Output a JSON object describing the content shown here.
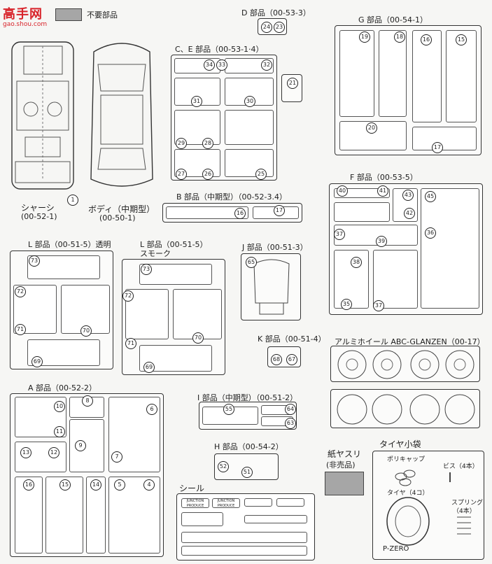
{
  "watermark": {
    "logo_text": "高手网",
    "url": "gao.shou.com"
  },
  "legend": {
    "swatch_color": "#a6a6a6",
    "text": "不要部品"
  },
  "chassis": {
    "name": "シャーシ",
    "code": "(00-52-1)",
    "num": "1"
  },
  "body": {
    "name": "ボディ（中期型）",
    "code": "(00-50-1)"
  },
  "sheets": {
    "D": {
      "title": "D 部品（00-53-3）",
      "parts": [
        "24",
        "23"
      ]
    },
    "CE": {
      "title": "C、E 部品（00-53-1·4）",
      "parts": [
        "34",
        "33",
        "32",
        "31",
        "30",
        "29",
        "28",
        "27",
        "26",
        "25",
        "21"
      ]
    },
    "G": {
      "title": "G 部品（00-54-1）",
      "parts": [
        "19",
        "18",
        "16",
        "15",
        "20",
        "17"
      ]
    },
    "B": {
      "title": "B 部品（中期型）（00-52-3.4）",
      "parts": [
        "16",
        "17"
      ]
    },
    "F": {
      "title": "F 部品（00-53-5）",
      "parts": [
        "40",
        "41",
        "43",
        "42",
        "45",
        "37",
        "39",
        "36",
        "38",
        "35",
        "37"
      ]
    },
    "L1": {
      "title": "L 部品（00-51-5）透明",
      "parts": [
        "73",
        "72",
        "70",
        "71",
        "69"
      ]
    },
    "L2": {
      "title": "L 部品（00-51-5）",
      "subtitle": "スモーク",
      "parts": [
        "73",
        "72",
        "70",
        "71",
        "69"
      ]
    },
    "J": {
      "title": "J 部品（00-51-3）",
      "parts": [
        "65"
      ]
    },
    "K": {
      "title": "K 部品（00-51-4）",
      "parts": [
        "68",
        "67"
      ]
    },
    "A": {
      "title": "A 部品（00-52-2）",
      "parts": [
        "10",
        "11",
        "8",
        "6",
        "9",
        "7",
        "13",
        "12",
        "16",
        "15",
        "14",
        "5",
        "4"
      ]
    },
    "I": {
      "title": "I 部品（中期型）（00-51-2）",
      "parts": [
        "55",
        "64",
        "63"
      ]
    },
    "H": {
      "title": "H 部品（00-54-2）",
      "parts": [
        "52",
        "51"
      ]
    }
  },
  "wheels": {
    "title": "アルミホイール ABC-GLANZEN（00-17）"
  },
  "paper_file": {
    "title": "紙ヤスリ",
    "note": "(非売品)"
  },
  "tire_bag": {
    "title": "タイヤ小袋",
    "polycap": "ポリキャップ",
    "screws": "ビス（4本）",
    "tires": "タイヤ（4コ）",
    "spring_title": "スプリング",
    "spring_count": "（4本）",
    "brand": "P-ZERO"
  },
  "seal": {
    "title": "シール",
    "items": [
      "JUNCTION PRODUCE",
      "JUNCTION PRODUCE"
    ]
  }
}
